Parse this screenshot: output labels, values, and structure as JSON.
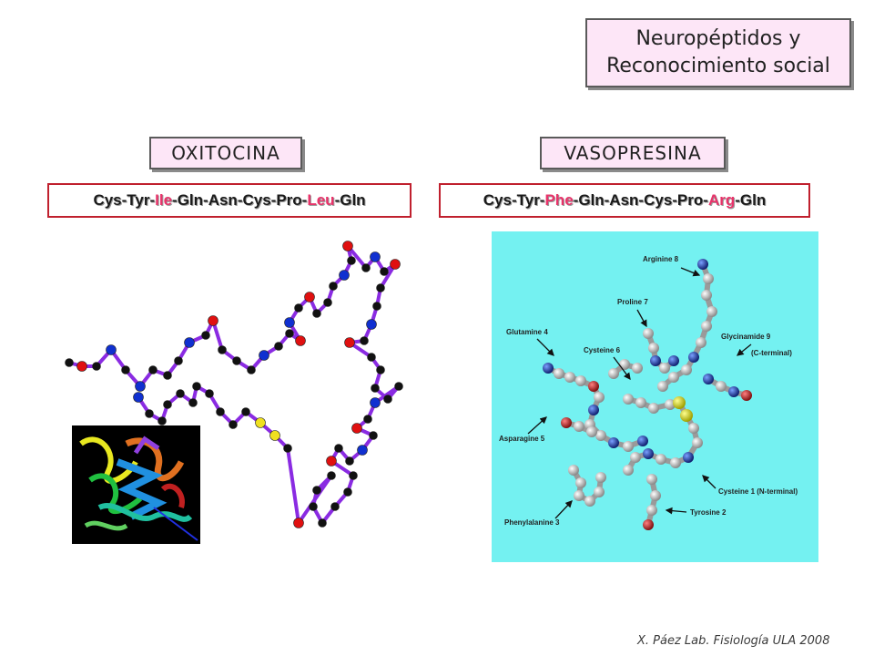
{
  "title": {
    "line1": "Neuropéptidos y",
    "line2": "Reconocimiento social"
  },
  "oxitocina": {
    "label": "OXITOCINA",
    "sequence": [
      {
        "text": "Cys-Tyr-",
        "highlight": false
      },
      {
        "text": "Ile",
        "highlight": true
      },
      {
        "text": "-Gln-Asn-Cys-Pro-",
        "highlight": false
      },
      {
        "text": "Leu",
        "highlight": true
      },
      {
        "text": "-Gln",
        "highlight": false
      }
    ]
  },
  "vasopresina": {
    "label": "VASOPRESINA",
    "sequence": [
      {
        "text": "Cys-Tyr-",
        "highlight": false
      },
      {
        "text": "Phe",
        "highlight": true
      },
      {
        "text": "-Gln-Asn-Cys-Pro-",
        "highlight": false
      },
      {
        "text": "Arg",
        "highlight": true
      },
      {
        "text": "-Gln",
        "highlight": false
      }
    ],
    "residue_labels": {
      "arginine": "Arginine 8",
      "proline": "Proline 7",
      "glutamine": "Glutamine 4",
      "cysteine6": "Cysteine 6",
      "glycinamide": "Glycinamide 9",
      "c_terminal": "(C-terminal)",
      "asparagine": "Asparagine 5",
      "cysteine1": "Cysteine 1 (N-terminal)",
      "tyrosine": "Tyrosine 2",
      "phenylalanine": "Phenylalanine 3"
    }
  },
  "footer": "X. Páez  Lab. Fisiología ULA 2008",
  "colors": {
    "box_fill": "#fde6f7",
    "sequence_border": "#c0202e",
    "highlight": "#e8336a",
    "bond": "#8a2be2",
    "oxygen": "#e01010",
    "nitrogen": "#1030d0",
    "carbon": "#111111",
    "sulfur": "#f0e020",
    "vaso_background": "#74f1f1"
  }
}
